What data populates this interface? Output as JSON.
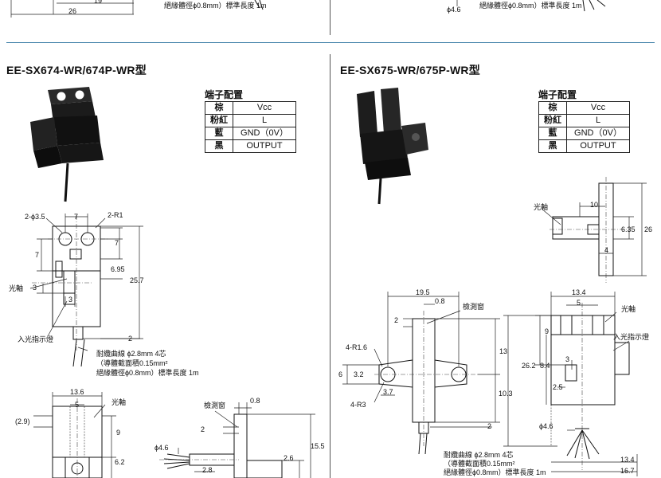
{
  "top_strip": {
    "dim_19": "19",
    "dim_26": "26",
    "cable_note_left": "絕緣體徑ϕ0.8mm）標準長度 1m",
    "dim_4_6": "ϕ4.6",
    "cable_note_right": "絕緣體徑ϕ0.8mm）標準長度 1m"
  },
  "left": {
    "title": "EE-SX674-WR/674P-WR型",
    "terminal_title": "端子配置",
    "terminals": [
      {
        "color": "棕",
        "signal": "Vcc"
      },
      {
        "color": "粉紅",
        "signal": "L"
      },
      {
        "color": "藍",
        "signal": "GND（0V）"
      },
      {
        "color": "黑",
        "signal": "OUTPUT"
      }
    ],
    "dims": {
      "hole": "2-ϕ3.5",
      "seven_top": "7",
      "radius": "2-R1",
      "seven_right": "7",
      "seven_left": "7",
      "d695": "6.95",
      "d257": "25.7",
      "three_left": "3",
      "three_inner": "3",
      "two": "2",
      "d136": "13.6",
      "five": "5",
      "d29": "(2.9)",
      "nine": "9",
      "d62": "6.2",
      "d46": "ϕ4.6",
      "d08": "0.8",
      "two_b": "2",
      "d155": "15.5",
      "d26": "2.6",
      "d28": "2.8"
    },
    "labels": {
      "axis": "光軸",
      "indicator": "入光指示燈",
      "window": "檢測窗",
      "axis_b": "光軸"
    },
    "cable_note": [
      "耐纜曲線 ϕ2.8mm 4芯",
      "（導體截面積0.15mm²",
      "絕緣體徑ϕ0.8mm）標準長度 1m"
    ]
  },
  "right": {
    "title": "EE-SX675-WR/675P-WR型",
    "terminal_title": "端子配置",
    "terminals": [
      {
        "color": "棕",
        "signal": "Vcc"
      },
      {
        "color": "粉紅",
        "signal": "L"
      },
      {
        "color": "藍",
        "signal": "GND（0V）"
      },
      {
        "color": "黑",
        "signal": "OUTPUT"
      }
    ],
    "dims": {
      "ten": "10",
      "d635": "6.35",
      "d26": "26",
      "four": "4",
      "d195": "19.5",
      "d08": "0.8",
      "two": "2",
      "r16": "4-R1.6",
      "thirteen": "13",
      "six": "6",
      "d32": "3.2",
      "d103": "10.3",
      "d37": "3.7",
      "r3": "4-R3",
      "two_b": "2",
      "d134": "13.4",
      "five": "5",
      "nine": "9",
      "d262": "26.2",
      "d84": "8.4",
      "three": "3",
      "d25": "2.5",
      "d46": "ϕ4.6",
      "d134b": "13.4",
      "d167": "16.7"
    },
    "labels": {
      "axis": "光軸",
      "window": "檢測窗",
      "axis_b": "光軸",
      "indicator": "入光指示燈"
    },
    "cable_note": [
      "耐纜曲線 ϕ2.8mm 4芯",
      "（導體截面積0.15mm²",
      "絕緣體徑ϕ0.8mm）標準長度 1m"
    ]
  }
}
